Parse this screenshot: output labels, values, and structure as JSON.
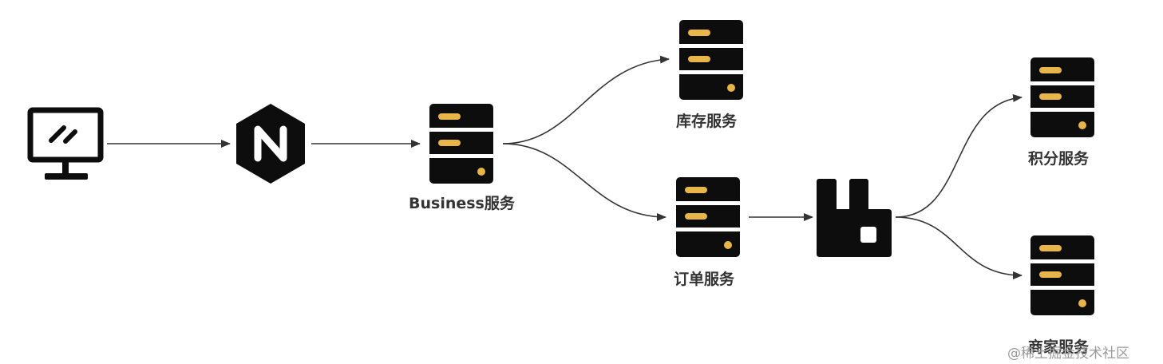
{
  "colors": {
    "server": "#0d0d0d",
    "slot": "#e8b548",
    "arrow": "#333333",
    "label": "#333333"
  },
  "nodes": {
    "client": {
      "icon": "monitor-icon"
    },
    "nginx": {
      "icon": "nginx-icon",
      "glyph": "N"
    },
    "business": {
      "icon": "server-icon",
      "label": "Business服务"
    },
    "inventory": {
      "icon": "server-icon",
      "label": "库存服务"
    },
    "order": {
      "icon": "server-icon",
      "label": "订单服务"
    },
    "mq": {
      "icon": "rabbitmq-icon"
    },
    "points": {
      "icon": "server-icon",
      "label": "积分服务"
    },
    "merchant": {
      "icon": "server-icon",
      "label": "商家服务"
    }
  },
  "watermark": "@稀土掘金技术社区"
}
